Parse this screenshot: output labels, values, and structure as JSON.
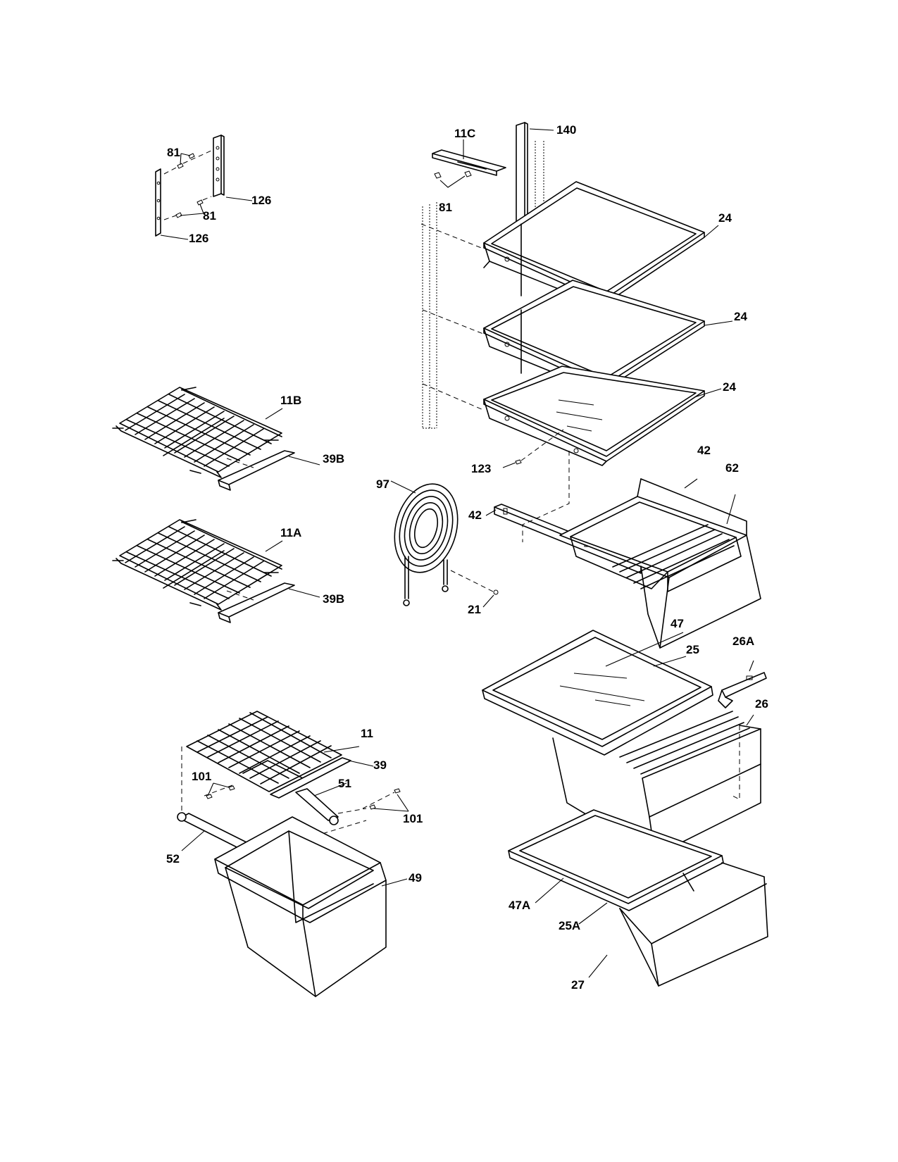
{
  "labels": {
    "p140": "140",
    "p11C": "11C",
    "p81_a": "81",
    "p81_b": "81",
    "p81_c": "81",
    "p126_a": "126",
    "p126_b": "126",
    "p24_a": "24",
    "p24_b": "24",
    "p24_c": "24",
    "p11B": "11B",
    "p39B_a": "39B",
    "p11A": "11A",
    "p39B_b": "39B",
    "p97": "97",
    "p123": "123",
    "p42_a": "42",
    "p42_b": "42",
    "p62": "62",
    "p21": "21",
    "p47": "47",
    "p25": "25",
    "p26A": "26A",
    "p26": "26",
    "p11": "11",
    "p39": "39",
    "p101_a": "101",
    "p101_b": "101",
    "p51": "51",
    "p52": "52",
    "p49": "49",
    "p47A": "47A",
    "p25A": "25A",
    "p27": "27"
  }
}
